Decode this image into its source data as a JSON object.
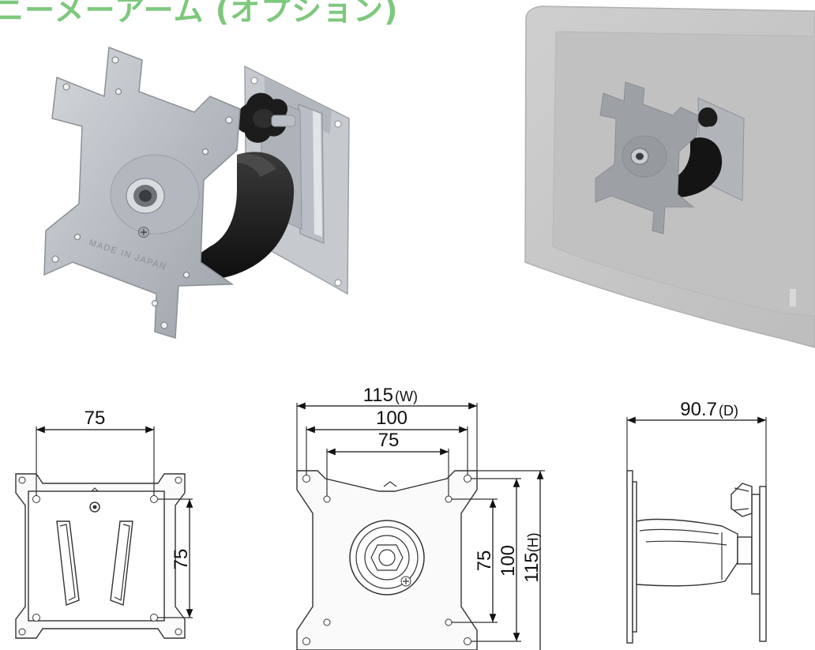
{
  "title": "ニーメーアーム (オプション)",
  "dimensions": {
    "left_width": "75",
    "left_height": "75",
    "front_w_value": "115",
    "front_w_unit": "(W)",
    "front_mid": "100",
    "front_inner": "75",
    "front_h_inner": "75",
    "front_h_mid": "100",
    "front_h_value": "115",
    "front_h_unit": "(H)",
    "side_d_value": "90.7",
    "side_d_unit": "(D)"
  },
  "plate_engraving": "MADE IN JAPAN",
  "colors": {
    "title": "#7dc87d",
    "metal": "#b9bec4",
    "knob": "#1c1c1c",
    "monitor": "#c6c6c6"
  },
  "icons": {
    "knob": "adjustment-knob",
    "screw": "phillips-screw"
  }
}
